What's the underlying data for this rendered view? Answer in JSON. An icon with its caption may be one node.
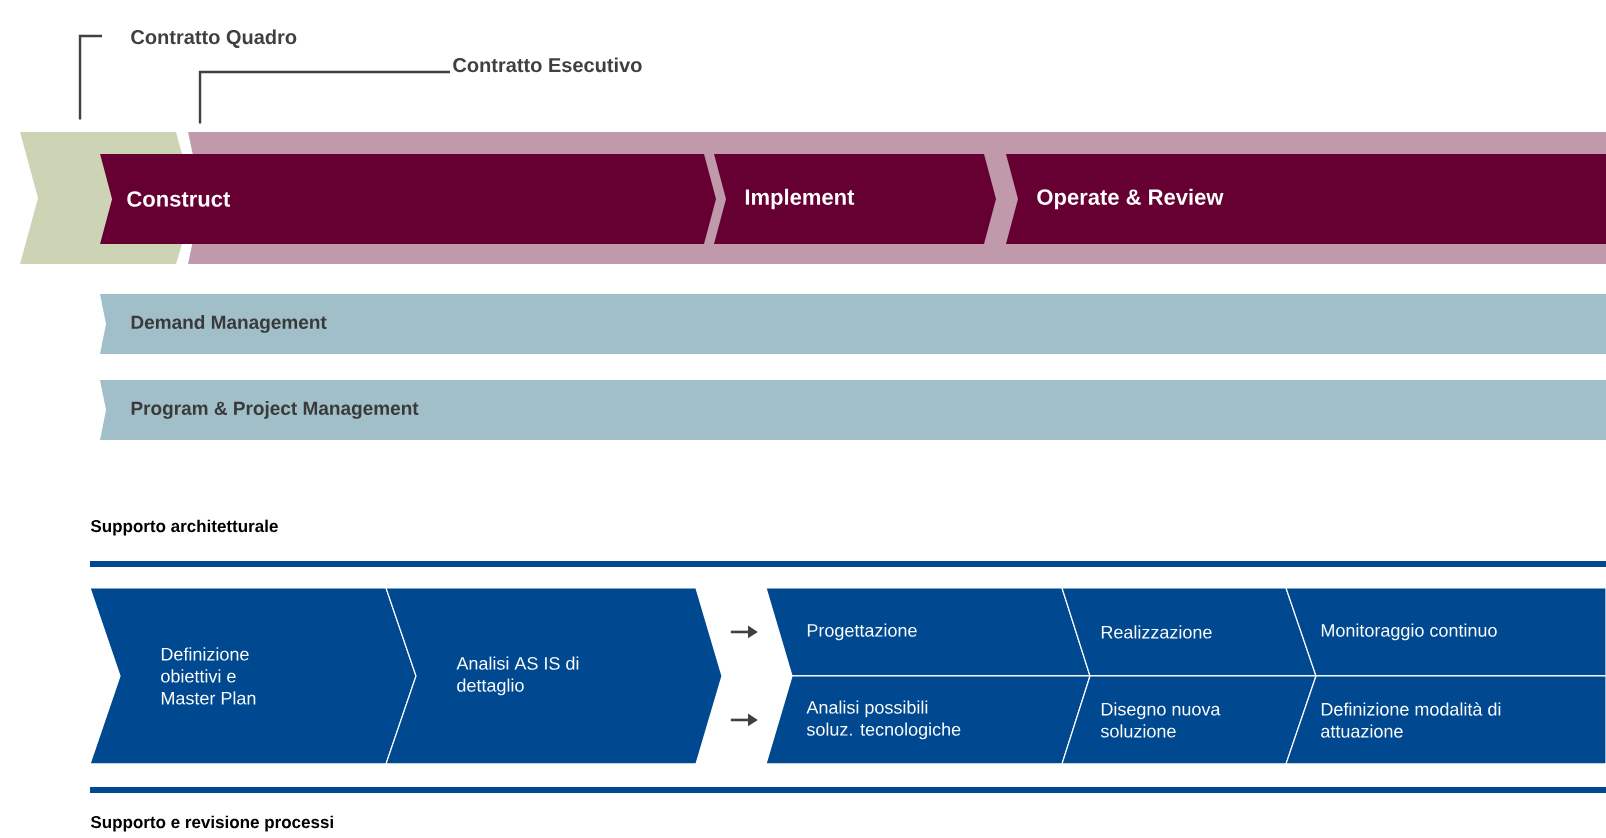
{
  "diagram": {
    "nodes": [
      {
        "text": [
          "Contratto Quadro"
        ]
      },
      {
        "text": [
          "Contratto Esecutivo"
        ]
      },
      {
        "text": [],
        "shape": "chevron"
      },
      {
        "text": [],
        "shape": "band"
      },
      {
        "text": [
          "Construct"
        ]
      },
      {
        "text": [
          "Implement"
        ],
        "in": 3
      },
      {
        "text": [
          "Operate & Review"
        ],
        "in": 3
      },
      {
        "text": [
          "Demand Management"
        ]
      },
      {
        "text": [
          "Program & Project Management"
        ]
      },
      {
        "text": [
          "Definizione obiettivi e Master Plan"
        ]
      },
      {
        "text": [
          "Analisi AS IS di dettaglio"
        ]
      },
      {
        "text": [
          "Progettazione"
        ]
      },
      {
        "text": [
          "Realizzazione"
        ]
      },
      {
        "text": [
          "Monitoraggio continuo"
        ]
      },
      {
        "text": [
          "Analisi possibili soluz. tecnologiche"
        ]
      },
      {
        "text": [
          "Disegno nuova soluzione"
        ]
      },
      {
        "text": [
          "Definizione modalità di attuazione"
        ]
      }
    ],
    "edges": [
      {
        "from": 0,
        "to": 2,
        "arrow": "none"
      },
      {
        "from": 1,
        "to": 3,
        "arrow": "none"
      },
      {
        "from": 10,
        "to": 11,
        "arrow": "to"
      },
      {
        "from": 10,
        "to": 14,
        "arrow": "to"
      }
    ],
    "labels": [
      "Supporto architetturale",
      "Supporto e revisione processi"
    ]
  }
}
